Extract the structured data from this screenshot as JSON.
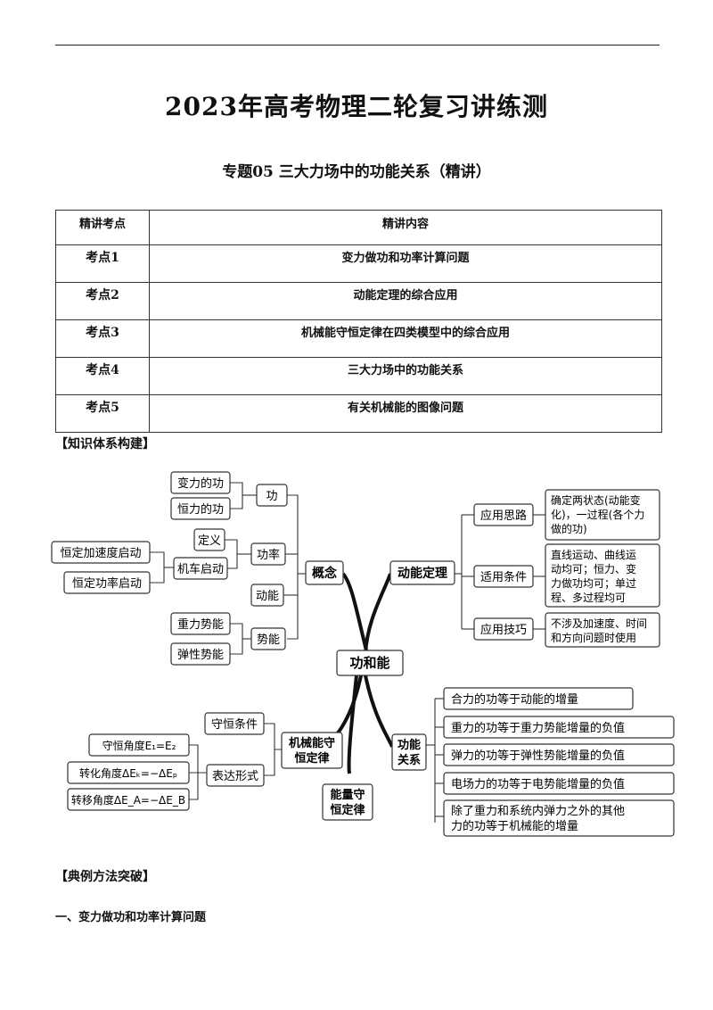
{
  "header": {
    "title": "2023年高考物理二轮复习讲练测",
    "subtitle": "专题05  三大力场中的功能关系（精讲）"
  },
  "topics_table": {
    "headers": [
      "精讲考点",
      "精讲内容"
    ],
    "rows": [
      [
        "考点1",
        "变力做功和功率计算问题"
      ],
      [
        "考点2",
        "动能定理的综合应用"
      ],
      [
        "考点3",
        "机械能守恒定律在四类模型中的综合应用"
      ],
      [
        "考点4",
        "三大力场中的功能关系"
      ],
      [
        "考点5",
        "有关机械能的图像问题"
      ]
    ]
  },
  "sections": {
    "knowledge": "【知识体系构建】",
    "methods": "【典例方法突破】",
    "part1": "一、变力做功和功率计算问题"
  },
  "mindmap": {
    "center": "功和能",
    "concept": "概念",
    "gong": "功",
    "gong_var": "变力的功",
    "gong_const": "恒力的功",
    "power": "功率",
    "power_def": "定义",
    "power_car": "机车启动",
    "car_accel": "恒定加速度启动",
    "car_power": "恒定功率启动",
    "kinetic": "动能",
    "potential": "势能",
    "pot_grav": "重力势能",
    "pot_elastic": "弹性势能",
    "theorem": "动能定理",
    "t_idea": "应用思路",
    "t_idea_desc": [
      "确定两状态(动能变",
      "化)，一过程(各个力",
      "做的功)"
    ],
    "t_cond": "适用条件",
    "t_cond_desc": [
      "直线运动、曲线运",
      "动均可；恒力、变",
      "力做功均可；单过",
      "程、多过程均可"
    ],
    "t_skill": "应用技巧",
    "t_skill_desc": [
      "不涉及加速度、时间",
      "和方向问题时使用"
    ],
    "conservation": [
      "机械能守",
      "恒定律"
    ],
    "c_cond": "守恒条件",
    "c_expr": "表达形式",
    "c_expr1": "守恒角度E₁=E₂",
    "c_expr2": "转化角度ΔEₖ=−ΔEₚ",
    "c_expr3": "转移角度ΔE_A=−ΔE_B",
    "energy_cons": [
      "能量守",
      "恒定律"
    ],
    "relations": [
      "功能",
      "关系"
    ],
    "rel1": "合力的功等于动能的增量",
    "rel2": "重力的功等于重力势能增量的负值",
    "rel3": "弹力的功等于弹性势能增量的负值",
    "rel4": "电场力的功等于电势能增量的负值",
    "rel5": [
      "除了重力和系统内弹力之外的其他",
      "力的功等于机械能的增量"
    ]
  }
}
